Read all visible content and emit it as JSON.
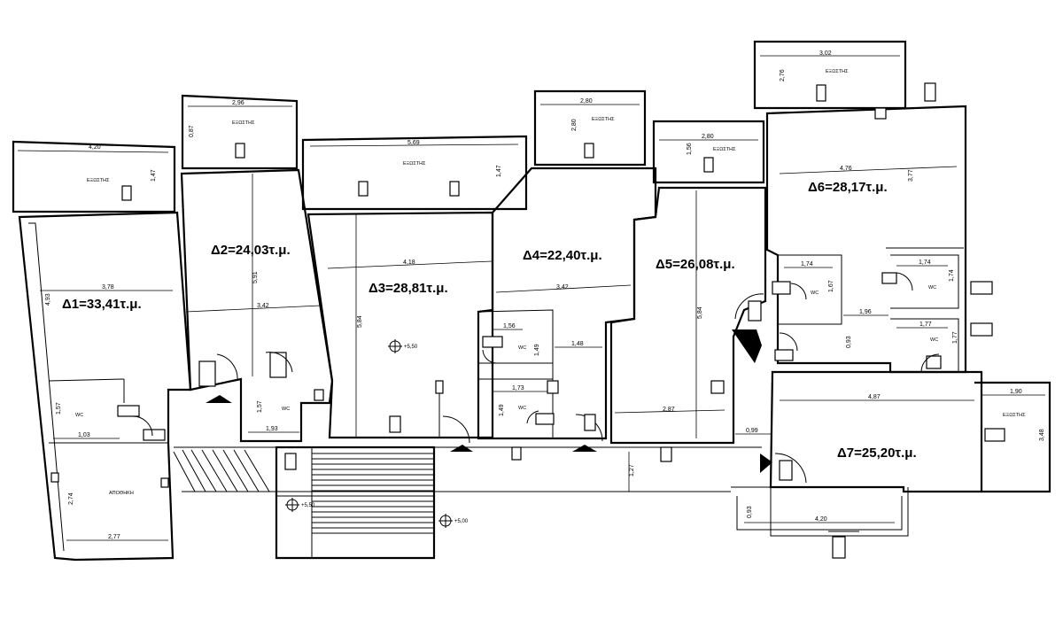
{
  "units": [
    {
      "id": "d1",
      "label": "Δ1=33,41τ.μ."
    },
    {
      "id": "d2",
      "label": "Δ2=24,03τ.μ."
    },
    {
      "id": "d3",
      "label": "Δ3=28,81τ.μ."
    },
    {
      "id": "d4",
      "label": "Δ4=22,40τ.μ."
    },
    {
      "id": "d5",
      "label": "Δ5=26,08τ.μ."
    },
    {
      "id": "d6",
      "label": "Δ6=28,17τ.μ."
    },
    {
      "id": "d7",
      "label": "Δ7=25,20τ.μ."
    }
  ],
  "rooms": {
    "balcony": "ΕΞΩΣΤΗΣ",
    "wc": "WC",
    "storage": "ΑΠΟΘΗΚΗ"
  },
  "dimensions": {
    "b1": "4,20",
    "b1v": "1,47",
    "b2": "2,96",
    "b2v": "0,87",
    "b3": "5,69",
    "b3v": "1,47",
    "b4": "2,80",
    "b4v": "2,80",
    "b5": "2,80",
    "b5v": "1,56",
    "b6": "3,02",
    "b6v": "2,76",
    "d1w": "3,78",
    "d1h": "4,93",
    "d1wc": "1,57",
    "d1wcw": "1,03",
    "d1st": "2,77",
    "d1sth": "2,74",
    "d2h": "5,91",
    "d2w": "3,42",
    "d2wch": "1,57",
    "d2wcw": "1,93",
    "d3w": "4,18",
    "d3h": "5,84",
    "d4w": "3,42",
    "d4wc1": "1,56",
    "d4wc1h": "1,49",
    "d4wc2": "1,73",
    "d4wc2h": "1,49",
    "d4c": "1,48",
    "d5w": "2,87",
    "d5h": "5,84",
    "d5c": "0,99",
    "d6w": "4,76",
    "d6h": "3,77",
    "d6wc1": "1,74",
    "d6wc1h": "1,67",
    "d6wc2": "1,74",
    "d6wc2h": "1,74",
    "d6wc3": "1,77",
    "d6wc3h": "1,77",
    "d6c": "1,96",
    "d6cv": "0,93",
    "d7w": "4,87",
    "d7b": "4,20",
    "d7v": "0,93",
    "d7bal": "1,90",
    "d7balh": "3,48",
    "corr": "1,27"
  },
  "elevations": {
    "e1": "+5,50",
    "e2": "+5,50",
    "e3": "+5,00"
  }
}
